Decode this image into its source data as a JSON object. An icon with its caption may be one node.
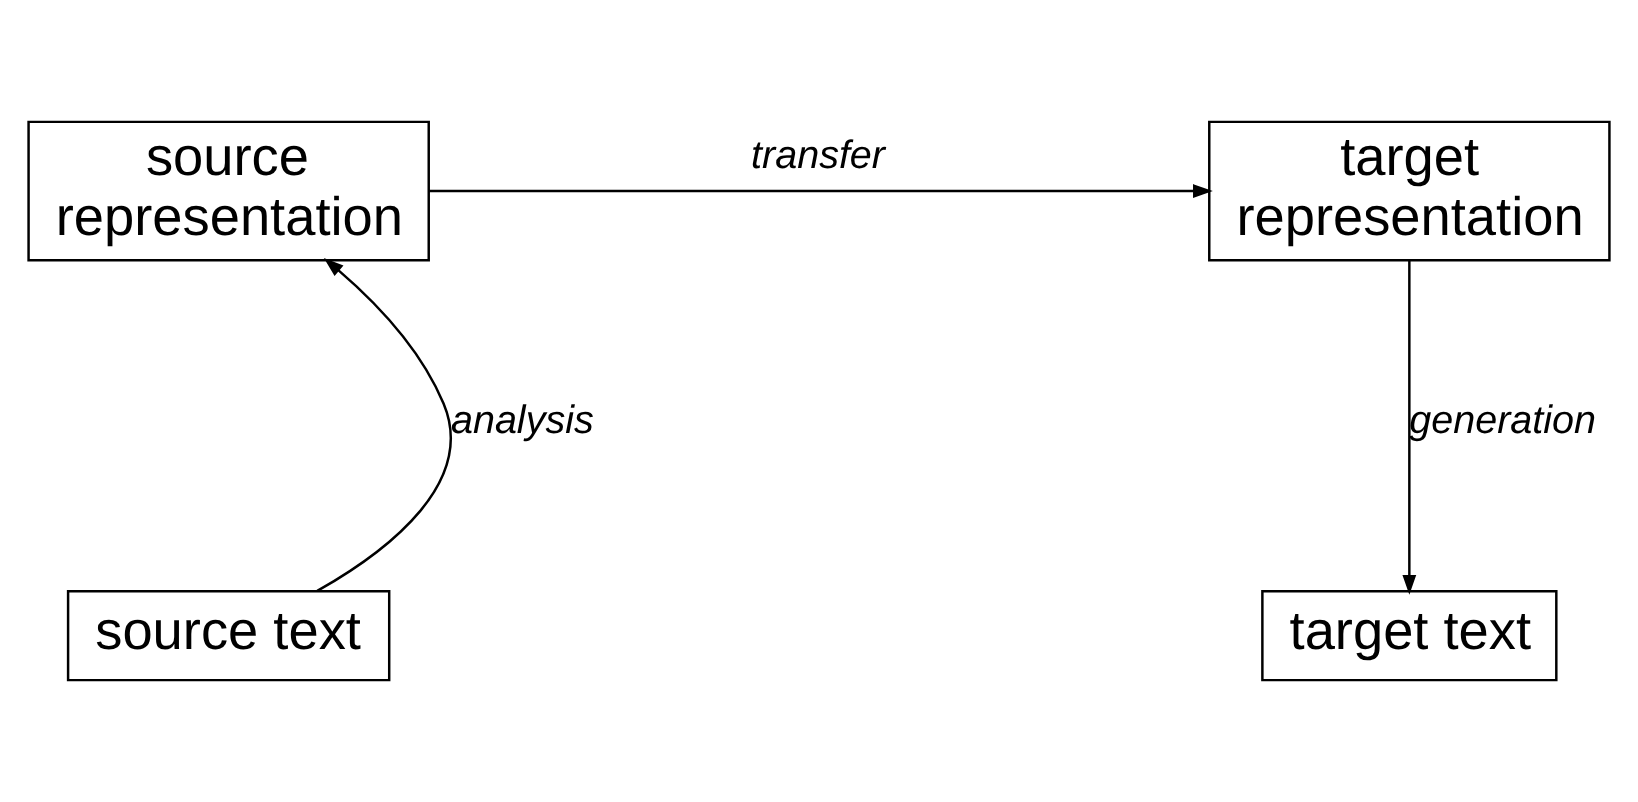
{
  "diagram": {
    "nodes": [
      {
        "text": [
          "source representation"
        ]
      },
      {
        "text": [
          "target representation"
        ]
      },
      {
        "text": [
          "source text"
        ]
      },
      {
        "text": [
          "target text"
        ]
      }
    ],
    "edges": [
      {
        "from": 2,
        "to": 0,
        "arrow": "to",
        "label": "analysis"
      },
      {
        "from": 0,
        "to": 1,
        "arrow": "to",
        "label": "transfer"
      },
      {
        "from": 1,
        "to": 3,
        "arrow": "to",
        "label": "generation"
      }
    ]
  }
}
